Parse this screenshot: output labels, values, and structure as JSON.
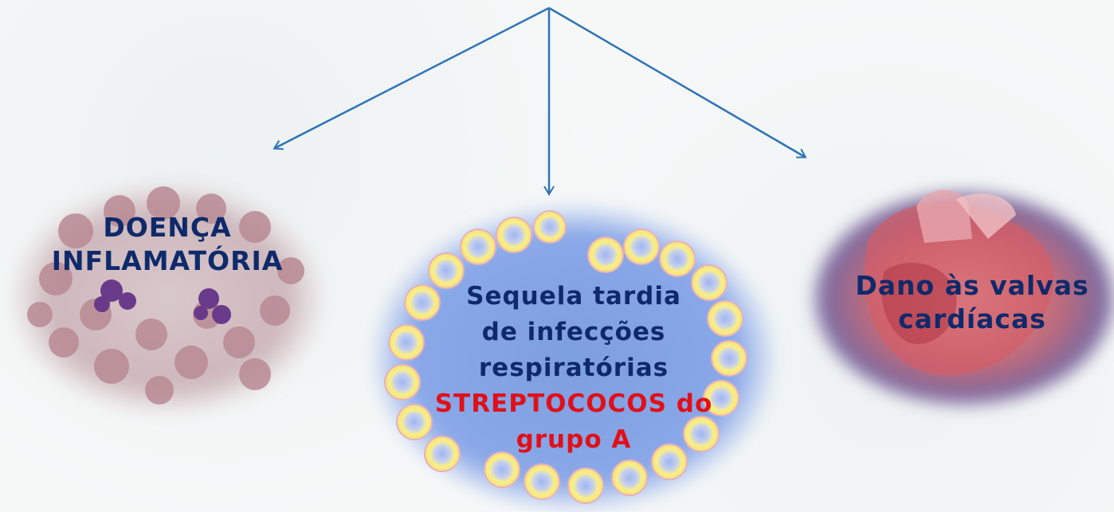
{
  "colors": {
    "arrow": "#2f73b5",
    "label_dark": "#0e2a6b",
    "label_accent": "#e0101a"
  },
  "nodes": {
    "left": {
      "image": "blood-smear-neutrophils",
      "lines": [
        "DOENÇA",
        "INFLAMATÓRIA"
      ]
    },
    "center": {
      "image": "streptococcus-chains",
      "lines": [
        "Sequela tardia",
        "de infecções",
        "respiratórias"
      ],
      "accent_word": "STREPTOCOCOS",
      "accent_rest": " do",
      "accent_line2": "grupo A"
    },
    "right": {
      "image": "heart-cross-section",
      "lines": [
        "Dano às valvas",
        "cardíacas"
      ]
    }
  }
}
